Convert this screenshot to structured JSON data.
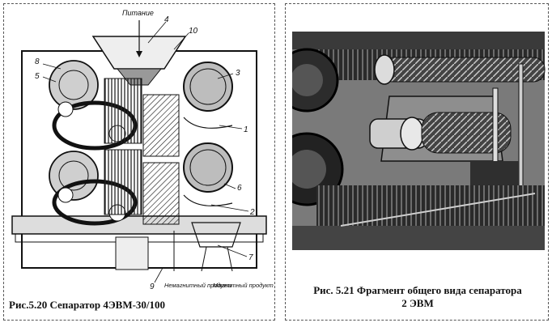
{
  "figure_left": {
    "labels": {
      "feed": "Питание",
      "non_magnetic": "Немагнитный продукт",
      "magnetic": "Магнитный продукт",
      "n1": "1",
      "n2": "2",
      "n3": "3",
      "n4": "4",
      "n5": "5",
      "n6": "6",
      "n7": "7",
      "n8": "8",
      "n9": "9",
      "n10": "10"
    },
    "caption": "Рис.5.20 Сепаратор 4ЭВМ-30/100"
  },
  "figure_right": {
    "caption_line1": "Рис. 5.21 Фрагмент общего вида сепаратора",
    "caption_line2": "2 ЭВМ"
  }
}
